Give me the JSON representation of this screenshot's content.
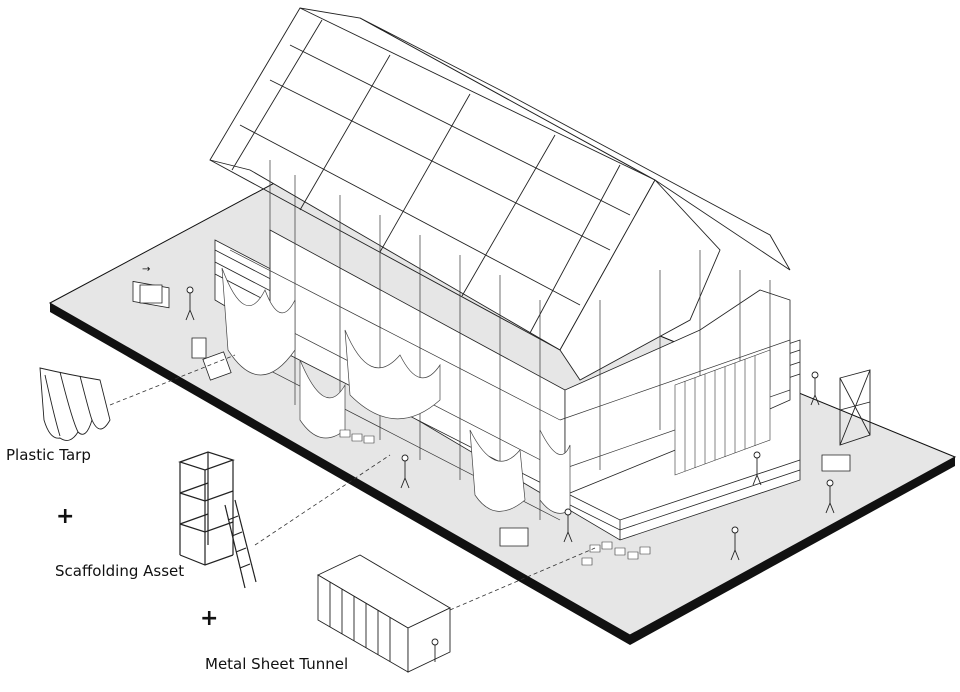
{
  "labels": {
    "plastic_tarp": "Plastic Tarp",
    "plus_1": "+",
    "scaffolding_asset": "Scaffolding Asset",
    "plus_2": "+",
    "metal_sheet_tunnel": "Metal Sheet Tunnel"
  },
  "sign_text": "→",
  "colors": {
    "ground": "#e6e6e6",
    "ground_edge": "#111111",
    "line": "#222222",
    "building_fill": "#ffffff"
  }
}
